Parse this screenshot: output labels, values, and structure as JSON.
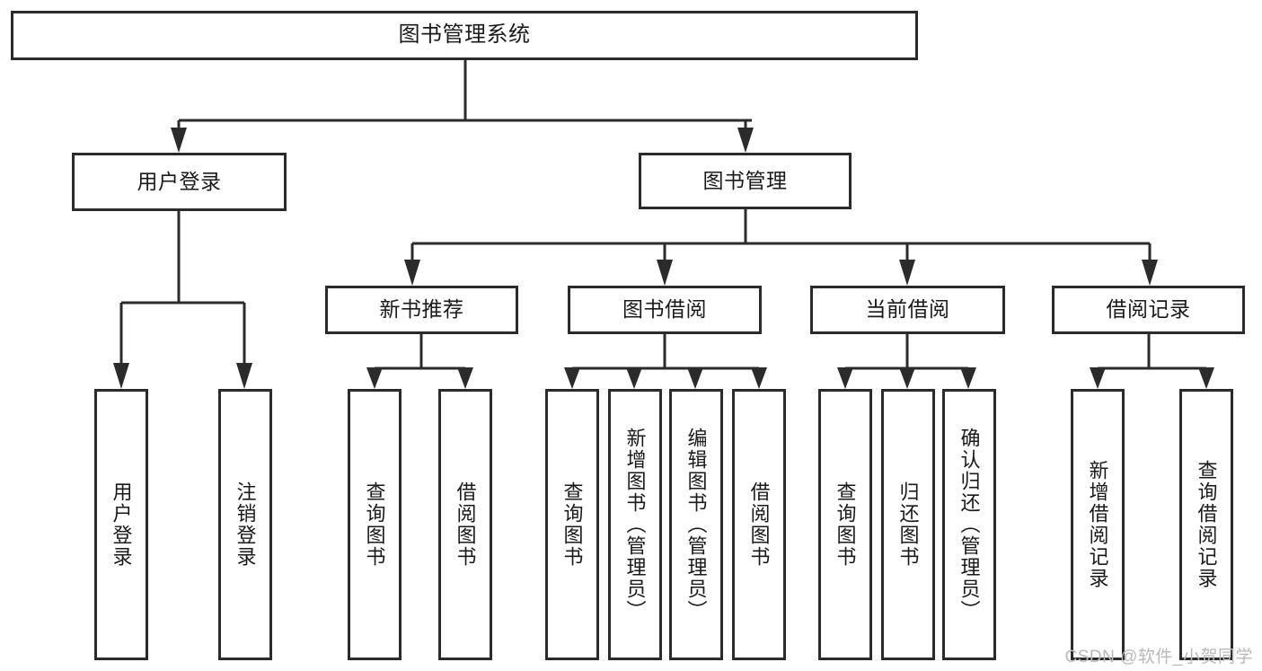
{
  "diagram": {
    "title": "图书管理系统",
    "type": "tree-hierarchy-diagram",
    "watermark": "CSDN @软件_小贺同学",
    "colors": {
      "stroke": "#2b2b2b",
      "fill": "#ffffff",
      "text": "#1a1a1a",
      "watermark": "#b9b9b9"
    },
    "nodes": {
      "root": {
        "label": "图书管理系统"
      },
      "level2": [
        {
          "id": "user-login",
          "label": "用户登录"
        },
        {
          "id": "book-management",
          "label": "图书管理"
        }
      ],
      "level3": [
        {
          "id": "new-book-recommend",
          "label": "新书推荐",
          "parent": "book-management"
        },
        {
          "id": "book-borrow",
          "label": "图书借阅",
          "parent": "book-management"
        },
        {
          "id": "current-borrow",
          "label": "当前借阅",
          "parent": "book-management"
        },
        {
          "id": "borrow-record",
          "label": "借阅记录",
          "parent": "book-management"
        }
      ],
      "leaves": [
        {
          "id": "leaf-user-login",
          "label": "用户登录",
          "parent": "user-login"
        },
        {
          "id": "leaf-logout-login",
          "label": "注销登录",
          "parent": "user-login"
        },
        {
          "id": "leaf-query-book-1",
          "label": "查询图书",
          "parent": "new-book-recommend"
        },
        {
          "id": "leaf-borrow-book-1",
          "label": "借阅图书",
          "parent": "new-book-recommend"
        },
        {
          "id": "leaf-query-book-2",
          "label": "查询图书",
          "parent": "book-borrow"
        },
        {
          "id": "leaf-add-book",
          "label": "新增图书（管理员）",
          "parent": "book-borrow"
        },
        {
          "id": "leaf-edit-book",
          "label": "编辑图书（管理员）",
          "parent": "book-borrow"
        },
        {
          "id": "leaf-borrow-book-2",
          "label": "借阅图书",
          "parent": "book-borrow"
        },
        {
          "id": "leaf-query-book-3",
          "label": "查询图书",
          "parent": "current-borrow"
        },
        {
          "id": "leaf-return-book",
          "label": "归还图书",
          "parent": "current-borrow"
        },
        {
          "id": "leaf-confirm-return",
          "label": "确认归还（管理员）",
          "parent": "current-borrow"
        },
        {
          "id": "leaf-add-record",
          "label": "新增借阅记录",
          "parent": "borrow-record"
        },
        {
          "id": "leaf-query-record",
          "label": "查询借阅记录",
          "parent": "borrow-record"
        }
      ]
    }
  }
}
